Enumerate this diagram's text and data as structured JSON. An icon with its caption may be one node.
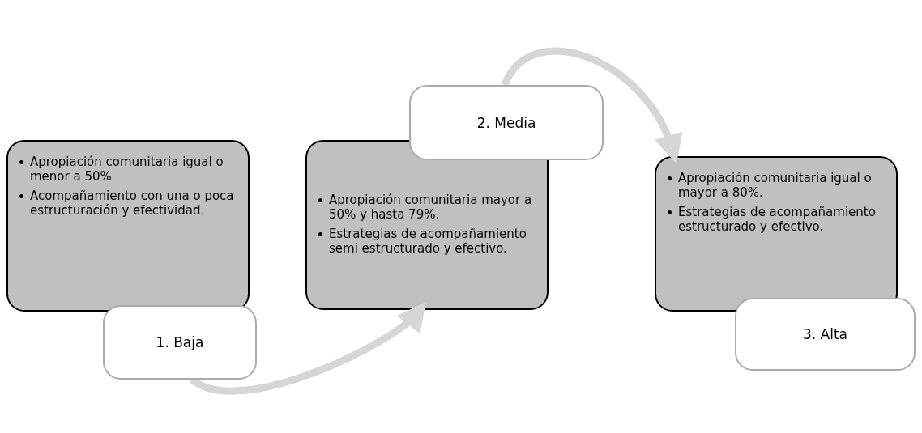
{
  "diagram": {
    "nodes": [
      {
        "text": [
          "Apropiación comunitaria igual o menor a 50%",
          "Acompañamiento con una o poca estructuración y efectividad."
        ]
      },
      {
        "text": [
          "1. Baja"
        ]
      },
      {
        "text": [
          "Apropiación comunitaria mayor a 50% y hasta 79%.",
          "Estrategias de acompañamiento semi estructurado y efectivo."
        ]
      },
      {
        "text": [
          "2. Media"
        ]
      },
      {
        "text": [
          "Apropiación comunitaria igual o mayor a 80%.",
          "Estrategias de acompañamiento estructurado y efectivo."
        ]
      },
      {
        "text": [
          "3. Alta"
        ]
      }
    ],
    "edges": [
      {
        "from": 1,
        "to": 2,
        "arrow": "to"
      },
      {
        "from": 3,
        "to": 4,
        "arrow": "to"
      }
    ]
  }
}
